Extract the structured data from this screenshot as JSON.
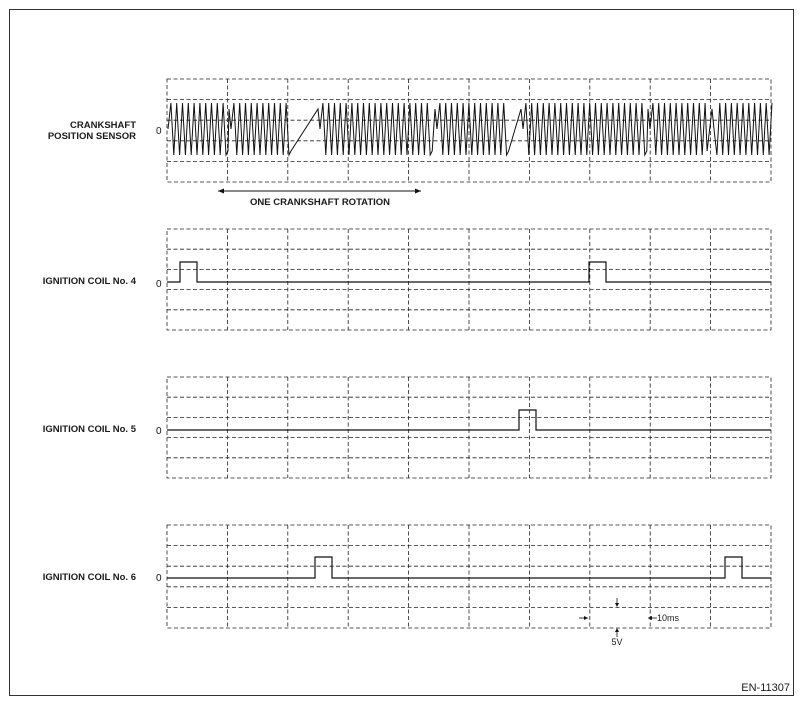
{
  "panels": [
    {
      "id": "crank",
      "label_lines": [
        "CRANKSHAFT",
        "POSITION SENSOR"
      ],
      "zero": "0"
    },
    {
      "id": "coil4",
      "label_lines": [
        "IGNITION COIL No. 4"
      ],
      "zero": "0"
    },
    {
      "id": "coil5",
      "label_lines": [
        "IGNITION COIL No. 5"
      ],
      "zero": "0"
    },
    {
      "id": "coil6",
      "label_lines": [
        "IGNITION COIL No. 6"
      ],
      "zero": "0"
    }
  ],
  "rotation_label": "ONE CRANKSHAFT ROTATION",
  "scale": {
    "time": "10ms",
    "volt": "5V"
  },
  "figure_code": "EN-11307"
}
